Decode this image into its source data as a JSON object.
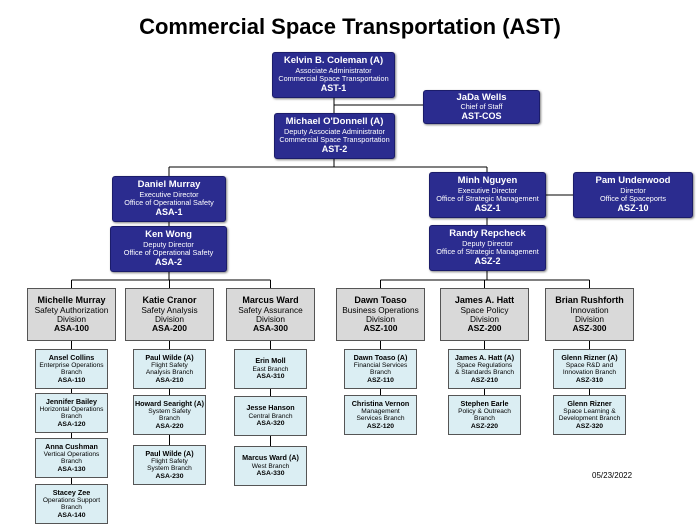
{
  "title": "Commercial Space Transportation (AST)",
  "date": "05/23/2022",
  "colors": {
    "executive": "#2b2c8f",
    "division": "#d9d9d9",
    "branch": "#dbeef3"
  },
  "exec": {
    "ast1": {
      "name": "Kelvin B. Coleman (A)",
      "lines": [
        "Associate Administrator",
        "Commercial Space Transportation"
      ],
      "code": "AST-1"
    },
    "cos": {
      "name": "JaDa Wells",
      "lines": [
        "Chief of Staff"
      ],
      "code": "AST-COS"
    },
    "ast2": {
      "name": "Michael O'Donnell (A)",
      "lines": [
        "Deputy Associate Administrator",
        "Commercial Space Transportation"
      ],
      "code": "AST-2"
    },
    "asa1": {
      "name": "Daniel Murray",
      "lines": [
        "Executive Director",
        "Office of Operational Safety"
      ],
      "code": "ASA-1"
    },
    "asa2": {
      "name": "Ken Wong",
      "lines": [
        "Deputy Director",
        "Office of Operational Safety"
      ],
      "code": "ASA-2"
    },
    "asz1": {
      "name": "Minh Nguyen",
      "lines": [
        "Executive Director",
        "Office of Strategic Management"
      ],
      "code": "ASZ-1"
    },
    "asz10": {
      "name": "Pam Underwood",
      "lines": [
        "Director",
        "Office of Spaceports"
      ],
      "code": "ASZ-10"
    },
    "asz2": {
      "name": "Randy Repcheck",
      "lines": [
        "Deputy Director",
        "Office of Strategic Management"
      ],
      "code": "ASZ-2"
    }
  },
  "divisions": [
    {
      "name": "Michelle Murray",
      "lines": [
        "Safety Authorization",
        "Division"
      ],
      "code": "ASA-100"
    },
    {
      "name": "Katie Cranor",
      "lines": [
        "Safety Analysis",
        "Division"
      ],
      "code": "ASA-200"
    },
    {
      "name": "Marcus Ward",
      "lines": [
        "Safety Assurance",
        "Division"
      ],
      "code": "ASA-300"
    },
    {
      "name": "Dawn Toaso",
      "lines": [
        "Business Operations",
        "Division"
      ],
      "code": "ASZ-100"
    },
    {
      "name": "James A. Hatt",
      "lines": [
        "Space Policy",
        "Division"
      ],
      "code": "ASZ-200"
    },
    {
      "name": "Brian Rushforth",
      "lines": [
        "Innovation",
        "Division"
      ],
      "code": "ASZ-300"
    }
  ],
  "branches": [
    [
      {
        "name": "Ansel Collins",
        "lines": [
          "Enterprise Operations",
          "Branch"
        ],
        "code": "ASA-110"
      },
      {
        "name": "Jennifer Bailey",
        "lines": [
          "Horizontal Operations",
          "Branch"
        ],
        "code": "ASA-120"
      },
      {
        "name": "Anna Cushman",
        "lines": [
          "Vertical Operations",
          "Branch"
        ],
        "code": "ASA-130"
      },
      {
        "name": "Stacey Zee",
        "lines": [
          "Operations Support",
          "Branch"
        ],
        "code": "ASA-140"
      }
    ],
    [
      {
        "name": "Paul Wilde (A)",
        "lines": [
          "Flight Safety",
          "Analysis Branch"
        ],
        "code": "ASA-210"
      },
      {
        "name": "Howard Searight (A)",
        "lines": [
          "System Safety",
          "Branch"
        ],
        "code": "ASA-220"
      },
      {
        "name": "Paul Wilde (A)",
        "lines": [
          "Flight Safety",
          "System Branch"
        ],
        "code": "ASA-230"
      }
    ],
    [
      {
        "name": "Erin Moll",
        "lines": [
          "East Branch"
        ],
        "code": "ASA-310"
      },
      {
        "name": "Jesse Hanson",
        "lines": [
          "Central Branch"
        ],
        "code": "ASA-320"
      },
      {
        "name": "Marcus Ward (A)",
        "lines": [
          "West Branch"
        ],
        "code": "ASA-330"
      }
    ],
    [
      {
        "name": "Dawn Toaso (A)",
        "lines": [
          "Financial Services",
          "Branch"
        ],
        "code": "ASZ-110"
      },
      {
        "name": "Christina Vernon",
        "lines": [
          "Management",
          "Services Branch"
        ],
        "code": "ASZ-120"
      }
    ],
    [
      {
        "name": "James A. Hatt (A)",
        "lines": [
          "Space Regulations",
          "& Standards Branch"
        ],
        "code": "ASZ-210"
      },
      {
        "name": "Stephen Earle",
        "lines": [
          "Policy & Outreach",
          "Branch"
        ],
        "code": "ASZ-220"
      }
    ],
    [
      {
        "name": "Glenn Rizner (A)",
        "lines": [
          "Space R&D and",
          "Innovation Branch"
        ],
        "code": "ASZ-310"
      },
      {
        "name": "Glenn Rizner",
        "lines": [
          "Space Learning &",
          "Development Branch"
        ],
        "code": "ASZ-320"
      }
    ]
  ]
}
